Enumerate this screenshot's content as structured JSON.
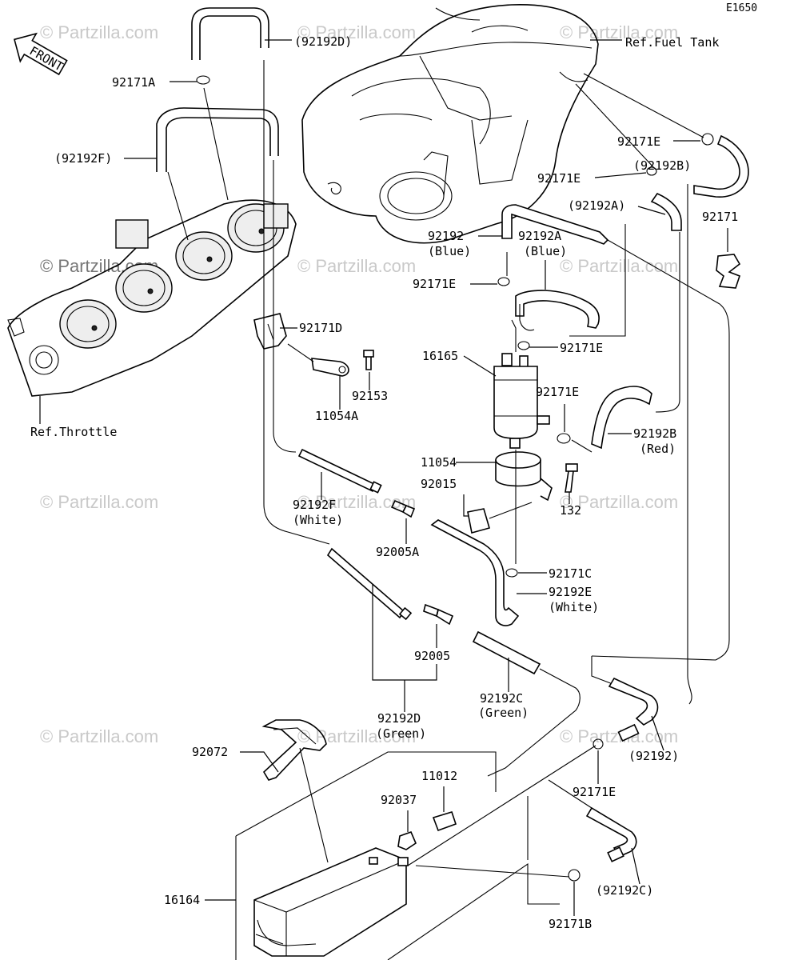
{
  "diagram_code": "E1650",
  "front_label": "FRONT",
  "ref_fuel_tank": "Ref.Fuel Tank",
  "ref_throttle": "Ref.Throttle",
  "watermarks": {
    "partzilla": "© Partzilla.com",
    "partzilla_dark": "© Partzilla.com"
  },
  "labels": {
    "p92192D_top": "(92192D)",
    "p92171A": "92171A",
    "p92192F_top": "(92192F)",
    "p92171E_1": "92171E",
    "p92192B_top": "(92192B)",
    "p92171E_2": "92171E",
    "p92192A_right": "(92192A)",
    "p92171": "92171",
    "p92192_mid": "92192",
    "p92192_mid_color": "(Blue)",
    "p92192A_mid": "92192A",
    "p92192A_mid_color": "(Blue)",
    "p92171E_3": "92171E",
    "p92171D": "92171D",
    "p92171E_4": "92171E",
    "p92153": "92153",
    "p11054A": "11054A",
    "p16165": "16165",
    "p92171E_5": "92171E",
    "p92192B_red": "92192B",
    "p92192B_red_color": "(Red)",
    "p11054": "11054",
    "p92015": "92015",
    "p132": "132",
    "p92192F_white": "92192F",
    "p92192F_white_color": "(White)",
    "p92005A": "92005A",
    "p92171C": "92171C",
    "p92192E": "92192E",
    "p92192E_color": "(White)",
    "p92005": "92005",
    "p92192C_green": "92192C",
    "p92192C_green_color": "(Green)",
    "p92192D_green": "92192D",
    "p92192D_green_color": "(Green)",
    "p92192_low": "(92192)",
    "p92072": "92072",
    "p11012": "11012",
    "p92037": "92037",
    "p92171E_6": "92171E",
    "p16164": "16164",
    "p92192C_low": "(92192C)",
    "p92171B": "92171B"
  }
}
